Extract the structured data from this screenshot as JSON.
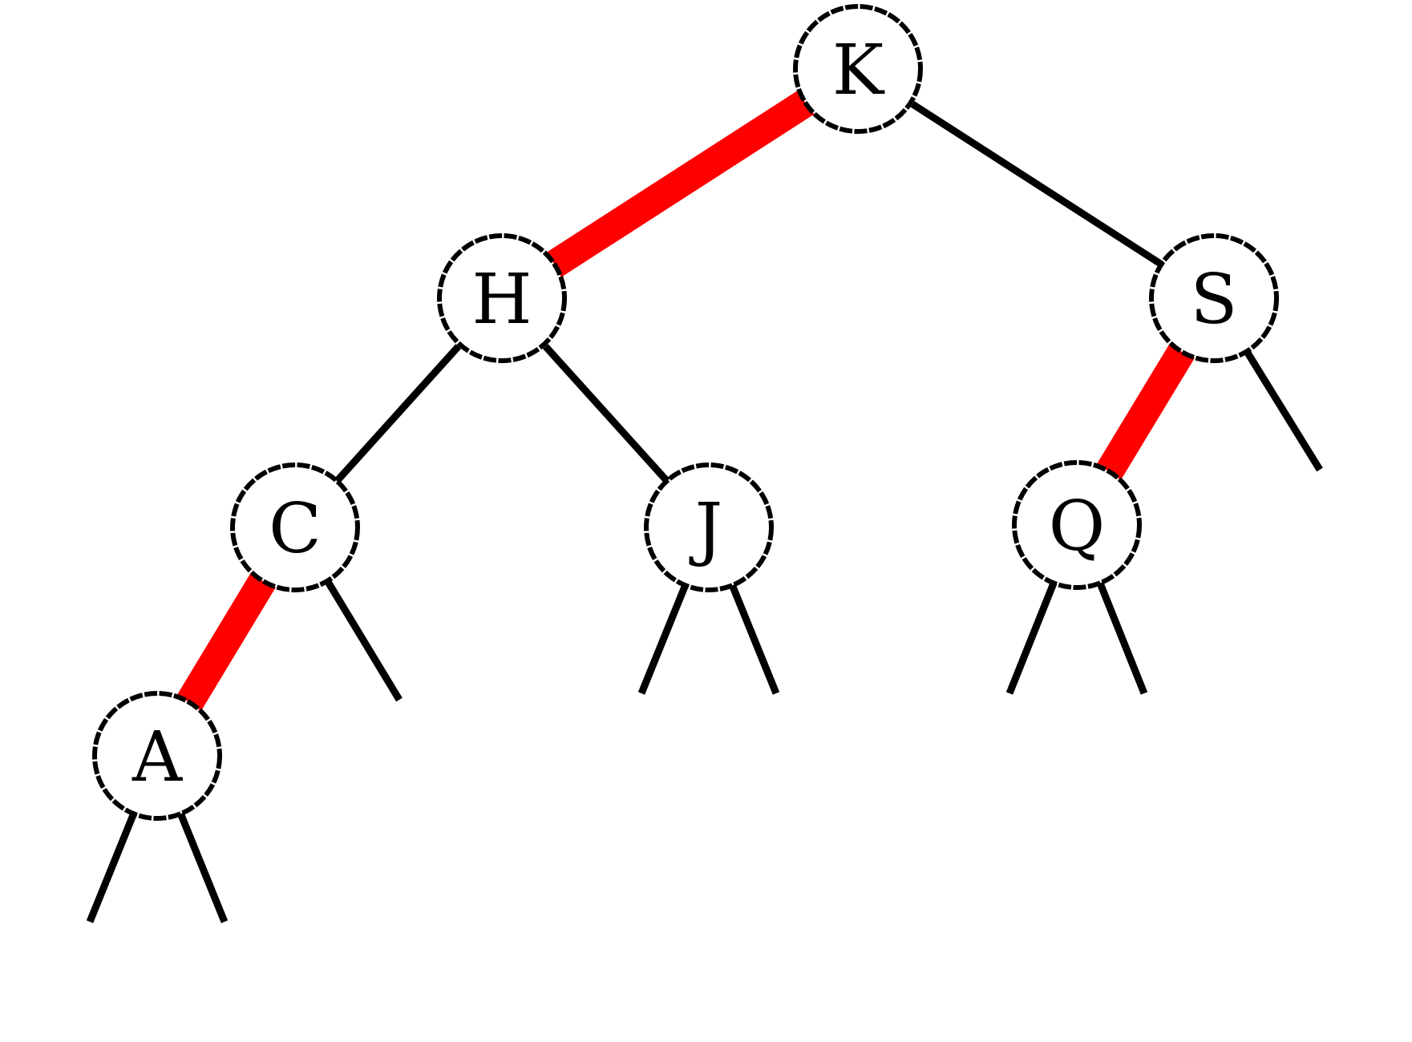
{
  "tree": {
    "type": "red-black-tree",
    "colors": {
      "red_link": "#ff0000",
      "black_link": "#000000",
      "node_fill": "#ffffff",
      "node_stroke": "#000000",
      "label": "#000000"
    },
    "nodes": [
      {
        "id": "K",
        "label": "K"
      },
      {
        "id": "H",
        "label": "H"
      },
      {
        "id": "S",
        "label": "S"
      },
      {
        "id": "C",
        "label": "C"
      },
      {
        "id": "J",
        "label": "J"
      },
      {
        "id": "Q",
        "label": "Q"
      },
      {
        "id": "A",
        "label": "A"
      }
    ],
    "links": [
      {
        "parent": "K",
        "child": "H",
        "color": "red"
      },
      {
        "parent": "K",
        "child": "S",
        "color": "black"
      },
      {
        "parent": "H",
        "child": "C",
        "color": "black"
      },
      {
        "parent": "H",
        "child": "J",
        "color": "black"
      },
      {
        "parent": "S",
        "child": "Q",
        "color": "red"
      },
      {
        "parent": "S",
        "child": null,
        "side": "right",
        "color": "black"
      },
      {
        "parent": "C",
        "child": "A",
        "color": "red"
      },
      {
        "parent": "C",
        "child": null,
        "side": "right",
        "color": "black"
      },
      {
        "parent": "J",
        "child": null,
        "side": "left",
        "color": "black"
      },
      {
        "parent": "J",
        "child": null,
        "side": "right",
        "color": "black"
      },
      {
        "parent": "Q",
        "child": null,
        "side": "left",
        "color": "black"
      },
      {
        "parent": "Q",
        "child": null,
        "side": "right",
        "color": "black"
      },
      {
        "parent": "A",
        "child": null,
        "side": "left",
        "color": "black"
      },
      {
        "parent": "A",
        "child": null,
        "side": "right",
        "color": "black"
      }
    ]
  }
}
